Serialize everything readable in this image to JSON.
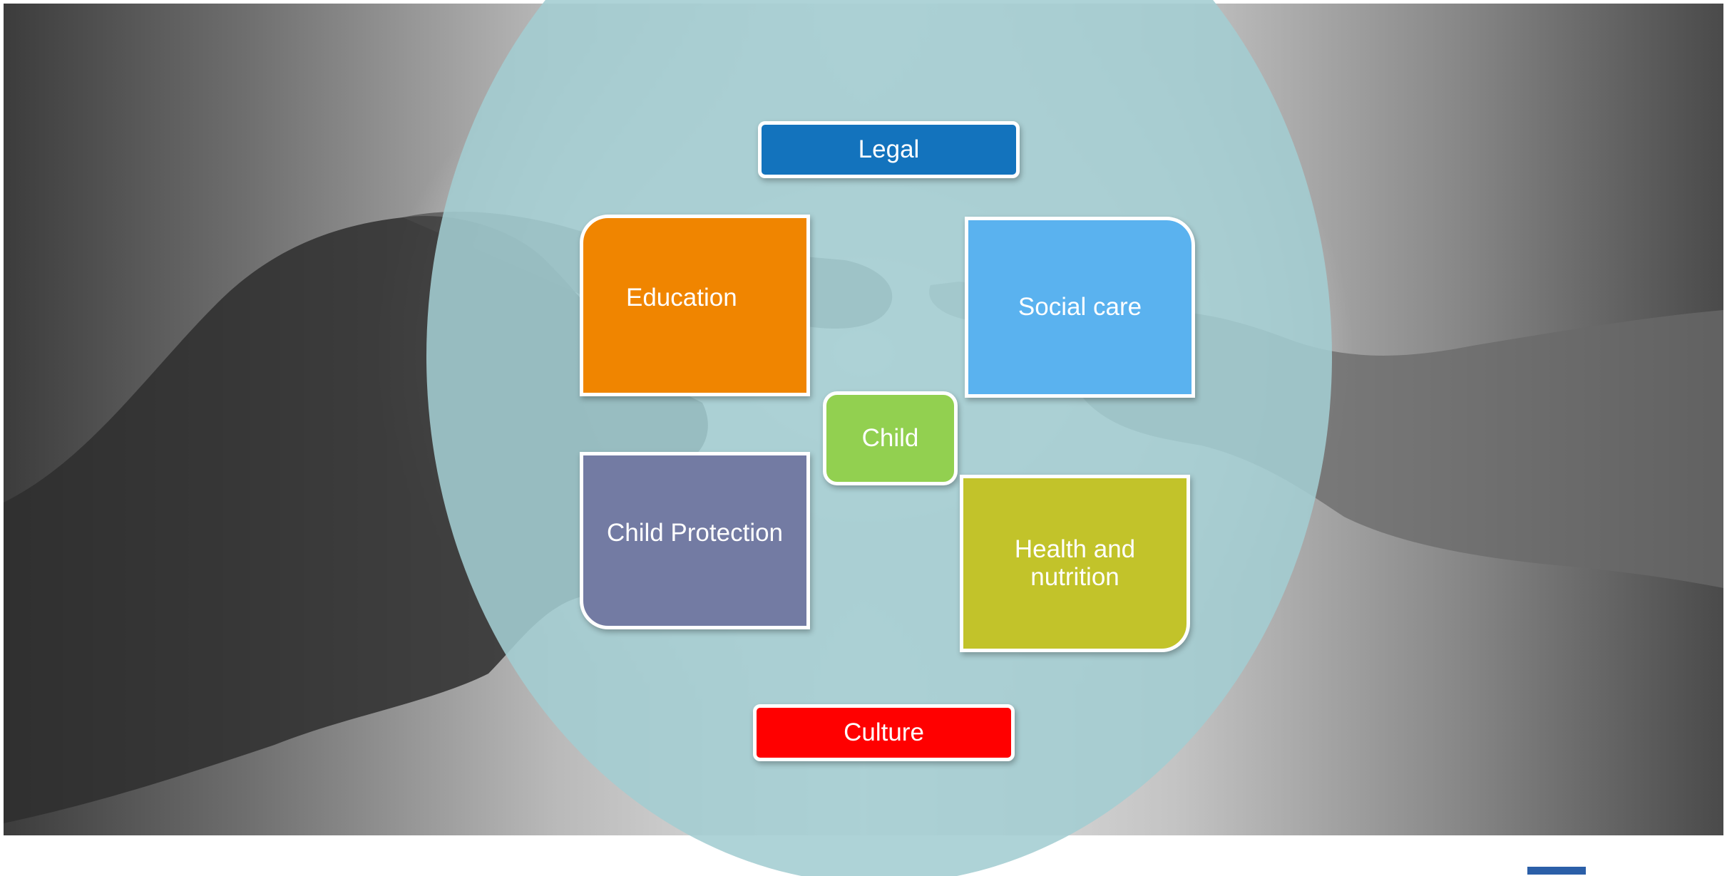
{
  "diagram": {
    "center": "Child",
    "top": "Legal",
    "bottom": "Culture",
    "top_left": "Education",
    "top_right": "Social care",
    "bottom_left": "Child Protection",
    "bottom_right": "Health and nutrition"
  },
  "colors": {
    "legal": "#1373bd",
    "culture": "#ff0000",
    "education": "#f08500",
    "social_care": "#5ab2ef",
    "child": "#92d050",
    "child_protection": "#737ba3",
    "health_and_nutrition": "#c2c32a",
    "circle": "#a3cdd2"
  }
}
